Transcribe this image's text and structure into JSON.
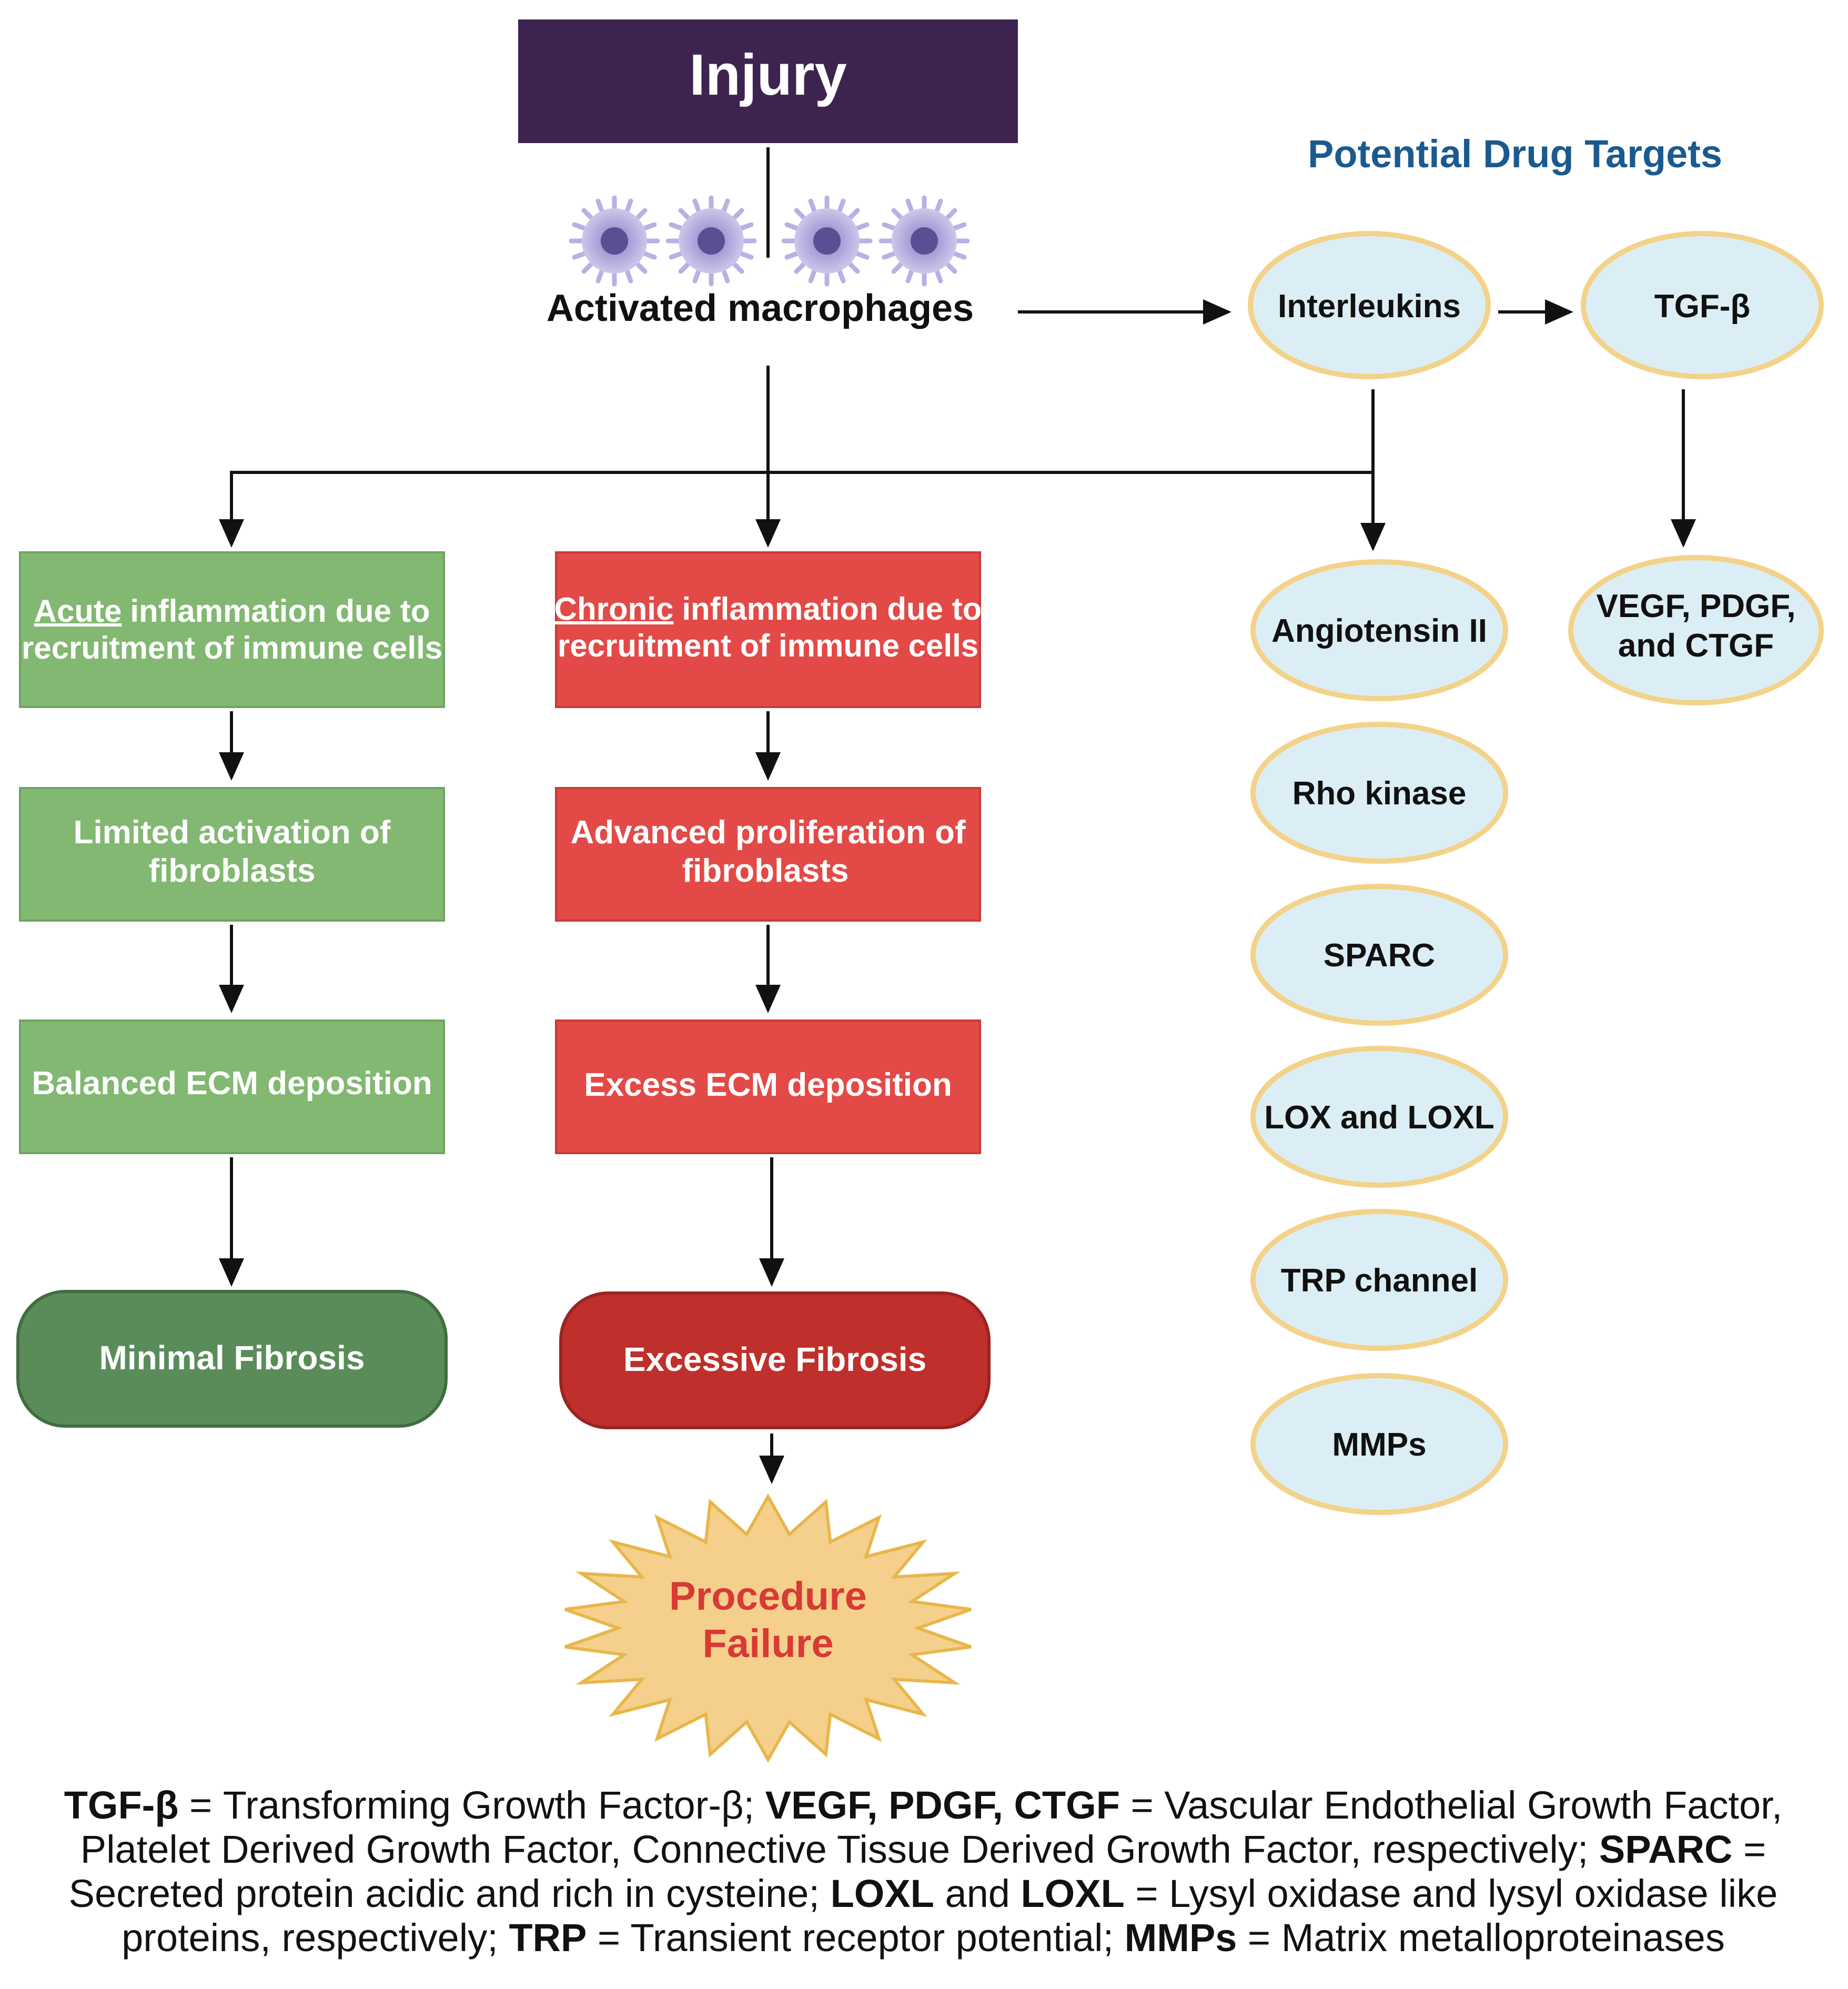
{
  "colors": {
    "injury_bg": "#3d2450",
    "green_box": "#82b872",
    "green_dark": "#5a8c5a",
    "red_box": "#e34a47",
    "red_dark": "#bf2f2b",
    "ellipse_fill": "#dceef5",
    "ellipse_stroke": "#f3d289",
    "starburst_fill": "#f5d08c",
    "starburst_text": "#d93a33",
    "heading": "#1b5a8e"
  },
  "injury": {
    "label": "Injury"
  },
  "macrophages": {
    "label": "Activated macrophages",
    "icon": "macrophage-cell-icon"
  },
  "drug_targets_heading": "Potential Drug Targets",
  "acute_path": {
    "step1_emph": "Acute",
    "step1_rest": "inflammation due to",
    "step1_line2": "recruitment of immune cells",
    "step2_line1": "Limited activation of",
    "step2_line2": "fibroblasts",
    "step3": "Balanced ECM deposition",
    "outcome": "Minimal Fibrosis"
  },
  "chronic_path": {
    "step1_emph": "Chronic",
    "step1_rest": "inflammation due to",
    "step1_line2": "recruitment of immune cells",
    "step2_line1": "Advanced proliferation of",
    "step2_line2": "fibroblasts",
    "step3": "Excess ECM deposition",
    "outcome": "Excessive Fibrosis",
    "failure_line1": "Procedure",
    "failure_line2": "Failure"
  },
  "targets": {
    "interleukins": "Interleukins",
    "tgf_beta": "TGF-β",
    "vegf_line1": "VEGF, PDGF,",
    "vegf_line2": "and CTGF",
    "angiotensin": "Angiotensin II",
    "rho_kinase": "Rho kinase",
    "sparc": "SPARC",
    "lox": "LOX and LOXL",
    "trp": "TRP channel",
    "mmps": "MMPs"
  },
  "legend": {
    "l1_b1": "TGF-β",
    "l1_t1": " = Transforming Growth Factor-β;  ",
    "l1_b2": "VEGF, PDGF, CTGF",
    "l1_t2": " = Vascular Endothelial Growth Factor,",
    "l2_t1": "Platelet Derived Growth Factor, Connective Tissue Derived Growth Factor, respectively;  ",
    "l2_b1": "SPARC",
    "l2_t2": " =",
    "l3_t1": "Secreted protein acidic and rich in cysteine;  ",
    "l3_b1": "LOXL",
    "l3_t2": " and ",
    "l3_b2": "LOXL",
    "l3_t3": " = Lysyl oxidase and lysyl oxidase like",
    "l4_t1": "proteins, respectively;  ",
    "l4_b1": "TRP",
    "l4_t2": " = Transient receptor potential;  ",
    "l4_b2": "MMPs",
    "l4_t3": " = Matrix metalloproteinases"
  }
}
